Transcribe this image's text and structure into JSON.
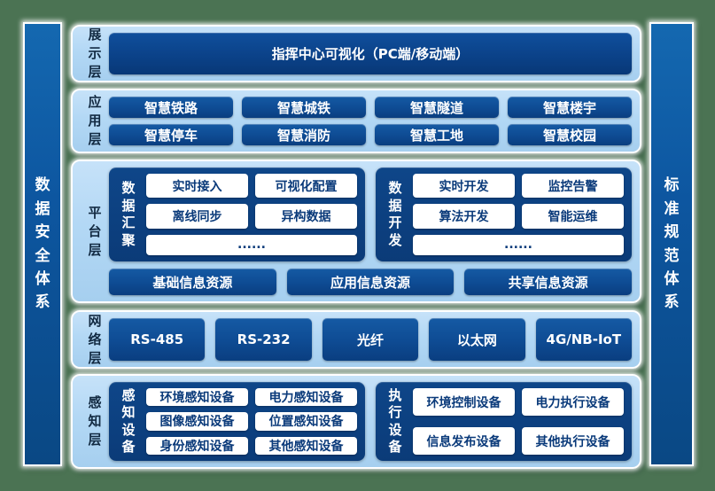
{
  "colors": {
    "frame_green": "#4b7353",
    "layer_blue": "#b3d8f5",
    "button_navy": "#0e4b93",
    "pillar_blue": "#0d56a0",
    "text_navy": "#0a3a7a"
  },
  "sidebars": {
    "left": "数据安全体系",
    "right": "标准规范体系"
  },
  "display_layer": {
    "label": "展示层",
    "banner": "指挥中心可视化（PC端/移动端）"
  },
  "application_layer": {
    "label": "应用层",
    "apps": [
      "智慧铁路",
      "智慧城铁",
      "智慧隧道",
      "智慧楼宇",
      "智慧停车",
      "智慧消防",
      "智慧工地",
      "智慧校园"
    ]
  },
  "platform_layer": {
    "label": "平台层",
    "data_aggregation": {
      "label": "数据汇聚",
      "items": [
        "实时接入",
        "可视化配置",
        "离线同步",
        "异构数据"
      ],
      "more": "......"
    },
    "data_development": {
      "label": "数据开发",
      "items": [
        "实时开发",
        "监控告警",
        "算法开发",
        "智能运维"
      ],
      "more": "......"
    },
    "resources": [
      "基础信息资源",
      "应用信息资源",
      "共享信息资源"
    ]
  },
  "network_layer": {
    "label": "网络层",
    "protocols": [
      "RS-485",
      "RS-232",
      "光纤",
      "以太网",
      "4G/NB-IoT"
    ]
  },
  "perception_layer": {
    "label": "感知层",
    "sensing": {
      "label": "感知设备",
      "items": [
        "环境感知设备",
        "电力感知设备",
        "图像感知设备",
        "位置感知设备",
        "身份感知设备",
        "其他感知设备"
      ]
    },
    "execution": {
      "label": "执行设备",
      "items": [
        "环境控制设备",
        "电力执行设备",
        "信息发布设备",
        "其他执行设备"
      ]
    }
  }
}
